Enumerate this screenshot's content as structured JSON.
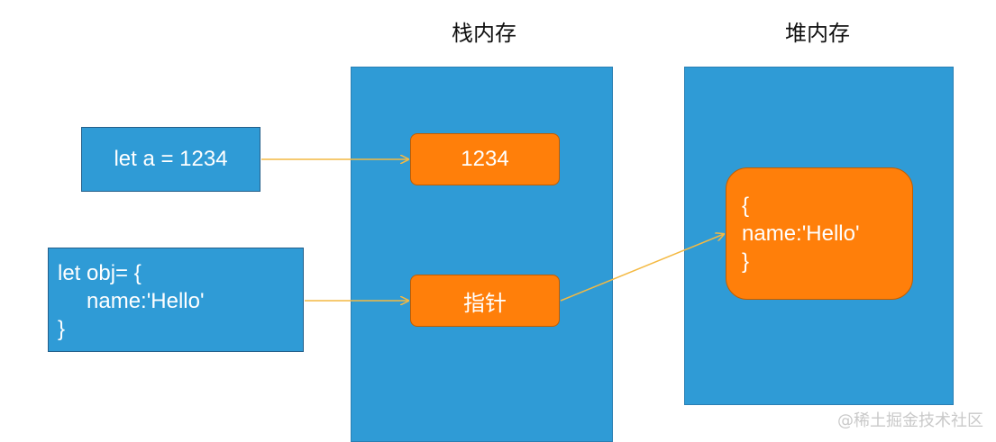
{
  "titles": {
    "stack": "栈内存",
    "heap": "堆内存"
  },
  "code": {
    "primitive": "let a = 1234",
    "object_line1": "let obj= {",
    "object_line2": "name:'Hello'",
    "object_line3": "}"
  },
  "stack": {
    "value_cell": "1234",
    "pointer_cell": "指针"
  },
  "heap": {
    "line1": "{",
    "line2": "name:'Hello'",
    "line3": "}"
  },
  "watermark": "@稀土掘金技术社区",
  "colors": {
    "panel_blue": "#2f9bd6",
    "cell_orange": "#ff7f0a",
    "arrow_yellow": "#f4b942"
  }
}
